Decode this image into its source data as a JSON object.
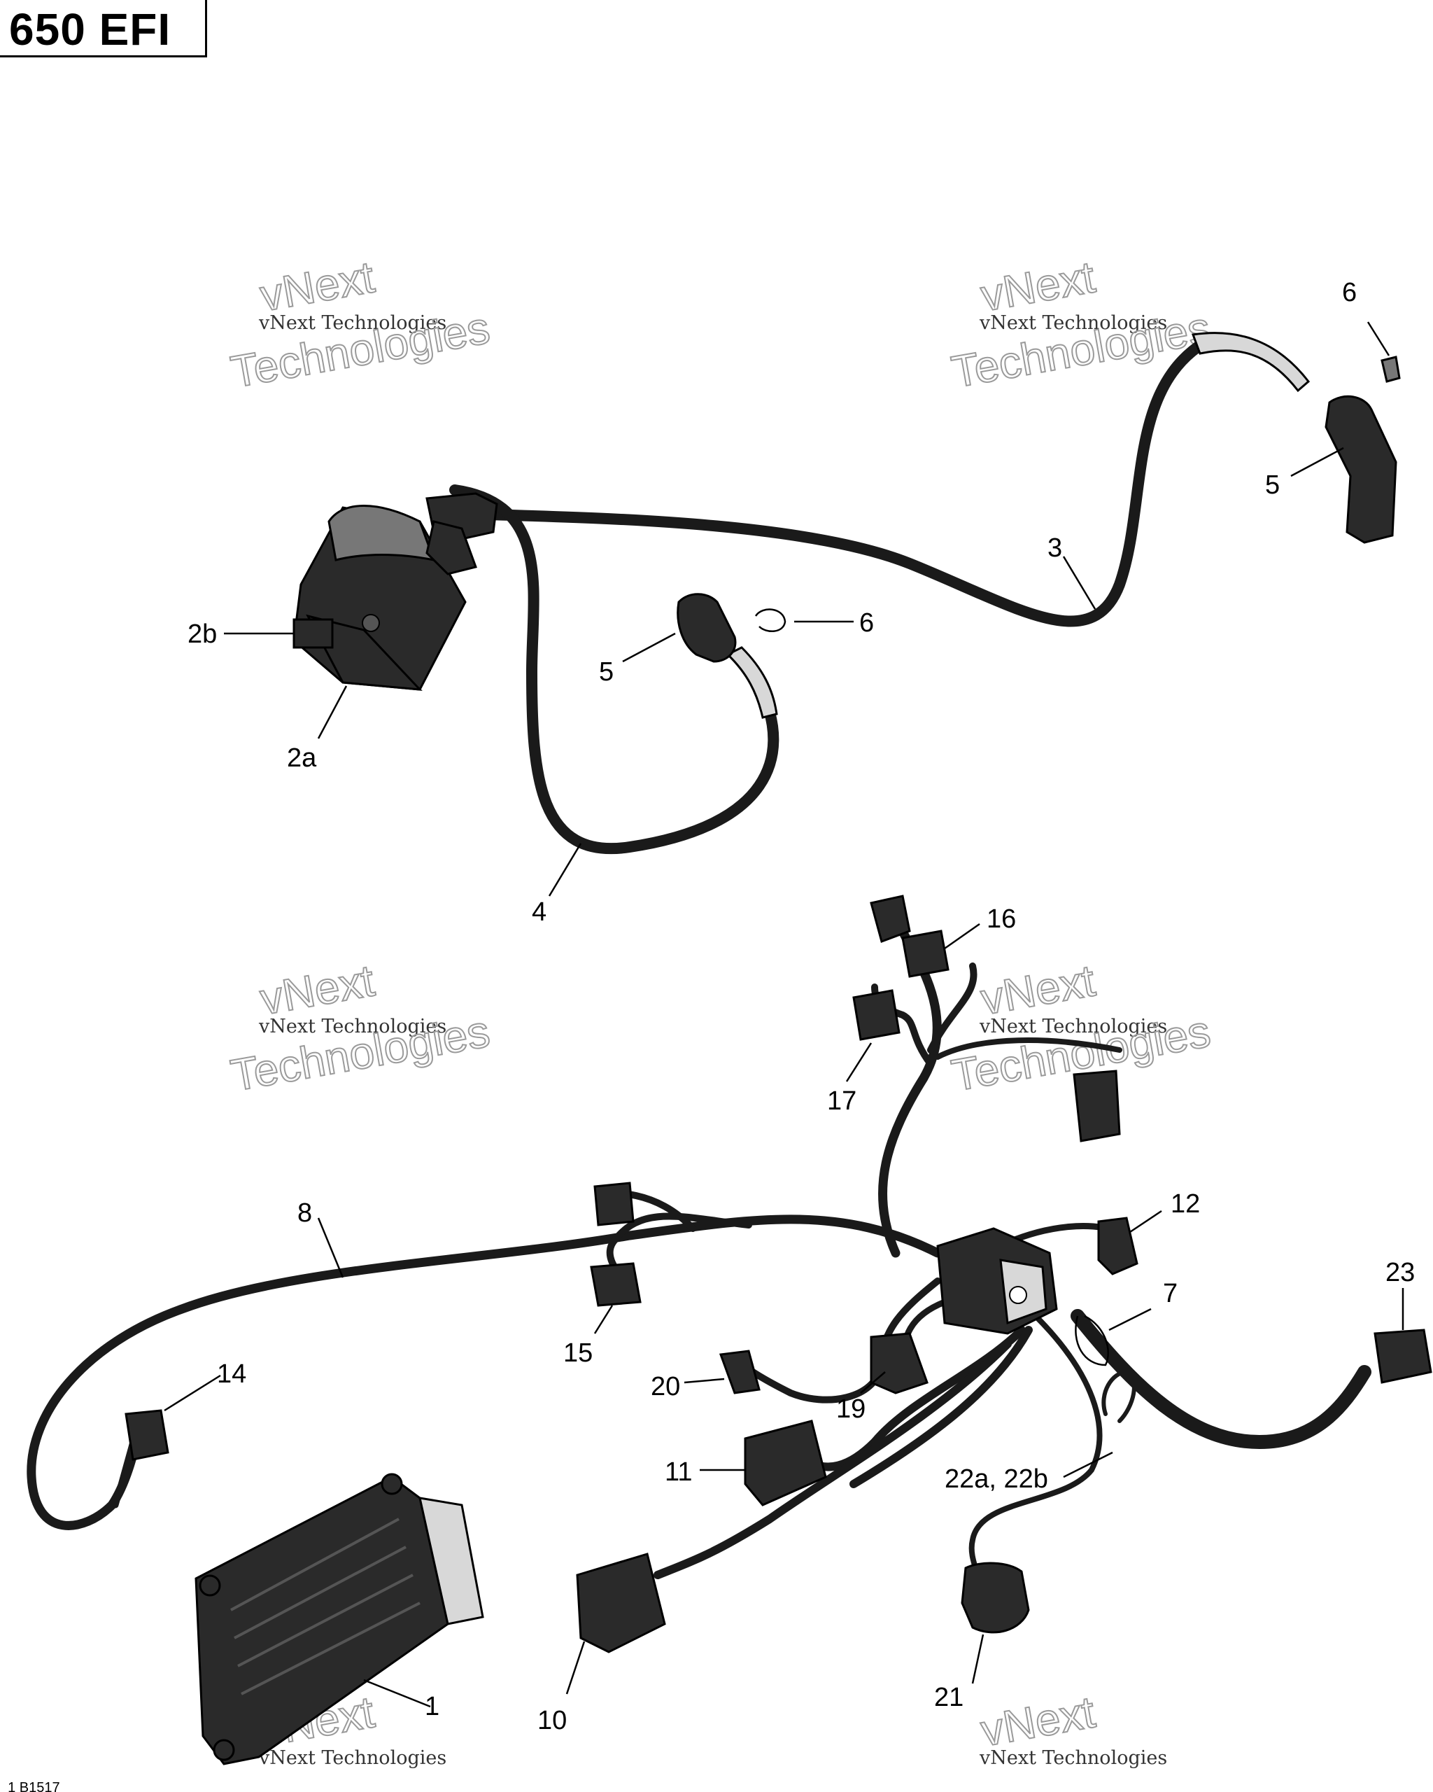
{
  "title": "650 EFI",
  "watermark": {
    "line1": "vNext Technologies",
    "line2": "vNext",
    "line3": "Technologies"
  },
  "labels": [
    {
      "id": "1",
      "text": "1"
    },
    {
      "id": "2a",
      "text": "2a"
    },
    {
      "id": "2b",
      "text": "2b"
    },
    {
      "id": "3",
      "text": "3"
    },
    {
      "id": "4",
      "text": "4"
    },
    {
      "id": "5a",
      "text": "5"
    },
    {
      "id": "5b",
      "text": "5"
    },
    {
      "id": "6a",
      "text": "6"
    },
    {
      "id": "6b",
      "text": "6"
    },
    {
      "id": "7",
      "text": "7"
    },
    {
      "id": "8",
      "text": "8"
    },
    {
      "id": "10",
      "text": "10"
    },
    {
      "id": "11",
      "text": "11"
    },
    {
      "id": "12",
      "text": "12"
    },
    {
      "id": "14",
      "text": "14"
    },
    {
      "id": "15",
      "text": "15"
    },
    {
      "id": "16",
      "text": "16"
    },
    {
      "id": "17",
      "text": "17"
    },
    {
      "id": "19",
      "text": "19"
    },
    {
      "id": "20",
      "text": "20"
    },
    {
      "id": "21",
      "text": "21"
    },
    {
      "id": "22",
      "text": "22a, 22b"
    },
    {
      "id": "23",
      "text": "23"
    }
  ],
  "figure_code": "_1 B1517"
}
